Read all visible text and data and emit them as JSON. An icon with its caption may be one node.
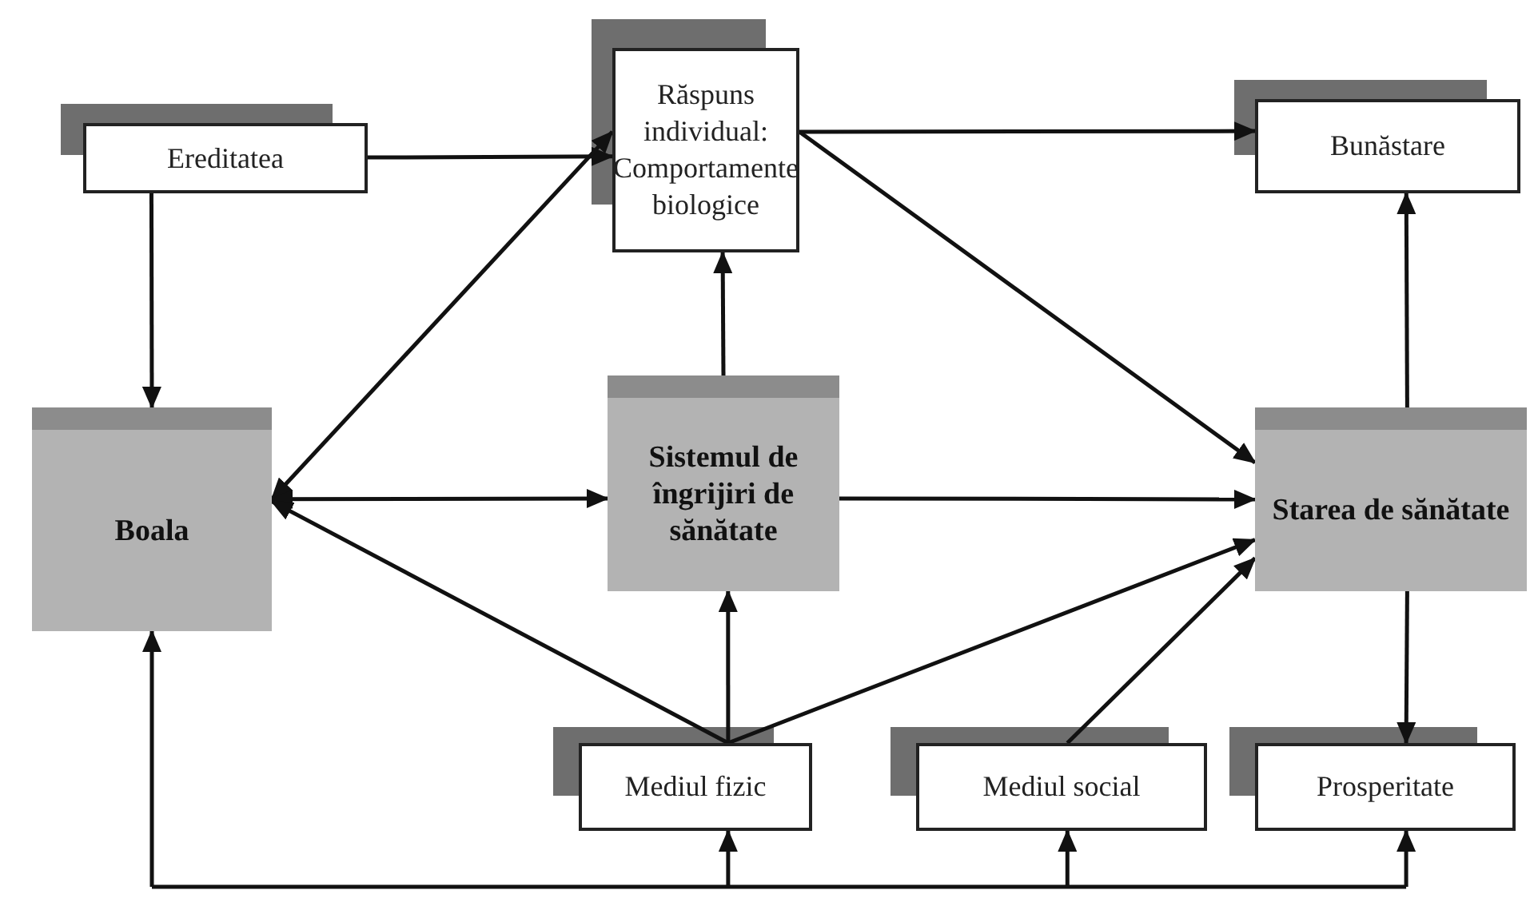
{
  "diagram": {
    "nodes": [
      {
        "text": [
          "Ereditatea"
        ]
      },
      {
        "text": [
          "Răspuns individual: Comportamente biologice"
        ]
      },
      {
        "text": [
          "Bunăstare"
        ]
      },
      {
        "text": [
          "Boala"
        ]
      },
      {
        "text": [
          "Sistemul de îngrijiri de sănătate"
        ]
      },
      {
        "text": [
          "Starea de sănătate"
        ]
      },
      {
        "text": [
          "Mediul fizic"
        ]
      },
      {
        "text": [
          "Mediul social"
        ]
      },
      {
        "text": [
          "Prosperitate"
        ]
      }
    ],
    "edges": [
      {
        "from": 0,
        "to": 1,
        "arrow": "to"
      },
      {
        "from": 0,
        "to": 3,
        "arrow": "to"
      },
      {
        "from": 1,
        "to": 2,
        "arrow": "to"
      },
      {
        "from": 1,
        "to": 3,
        "arrow": "both"
      },
      {
        "from": 1,
        "to": 5,
        "arrow": "to"
      },
      {
        "from": 4,
        "to": 1,
        "arrow": "to"
      },
      {
        "from": 3,
        "to": 4,
        "arrow": "both"
      },
      {
        "from": 4,
        "to": 5,
        "arrow": "to"
      },
      {
        "from": 5,
        "to": 2,
        "arrow": "to"
      },
      {
        "from": 6,
        "to": 3,
        "arrow": "to"
      },
      {
        "from": 6,
        "to": 4,
        "arrow": "to"
      },
      {
        "from": 6,
        "to": 5,
        "arrow": "to"
      },
      {
        "from": 7,
        "to": 5,
        "arrow": "to"
      },
      {
        "from": 5,
        "to": 8,
        "arrow": "to"
      },
      {
        "from": null,
        "to": 3,
        "arrow": "to"
      },
      {
        "from": null,
        "to": 6,
        "arrow": "to"
      },
      {
        "from": null,
        "to": 7,
        "arrow": "to"
      },
      {
        "from": null,
        "to": 8,
        "arrow": "to"
      }
    ]
  }
}
